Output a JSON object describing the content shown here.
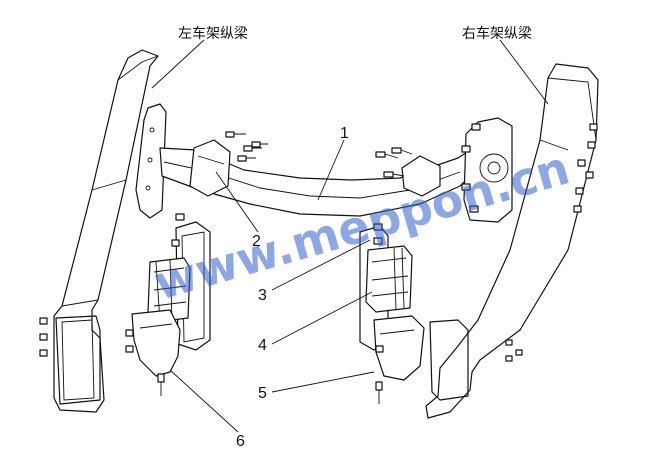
{
  "labels": {
    "left_frame_rail": "左车架纵梁",
    "right_frame_rail": "右车架纵梁"
  },
  "callouts": [
    "1",
    "2",
    "3",
    "4",
    "5",
    "6"
  ],
  "watermark": "www.meppon.cn",
  "colors": {
    "line": "#111111",
    "watermark": "#2f5fd0",
    "background": "#ffffff"
  }
}
